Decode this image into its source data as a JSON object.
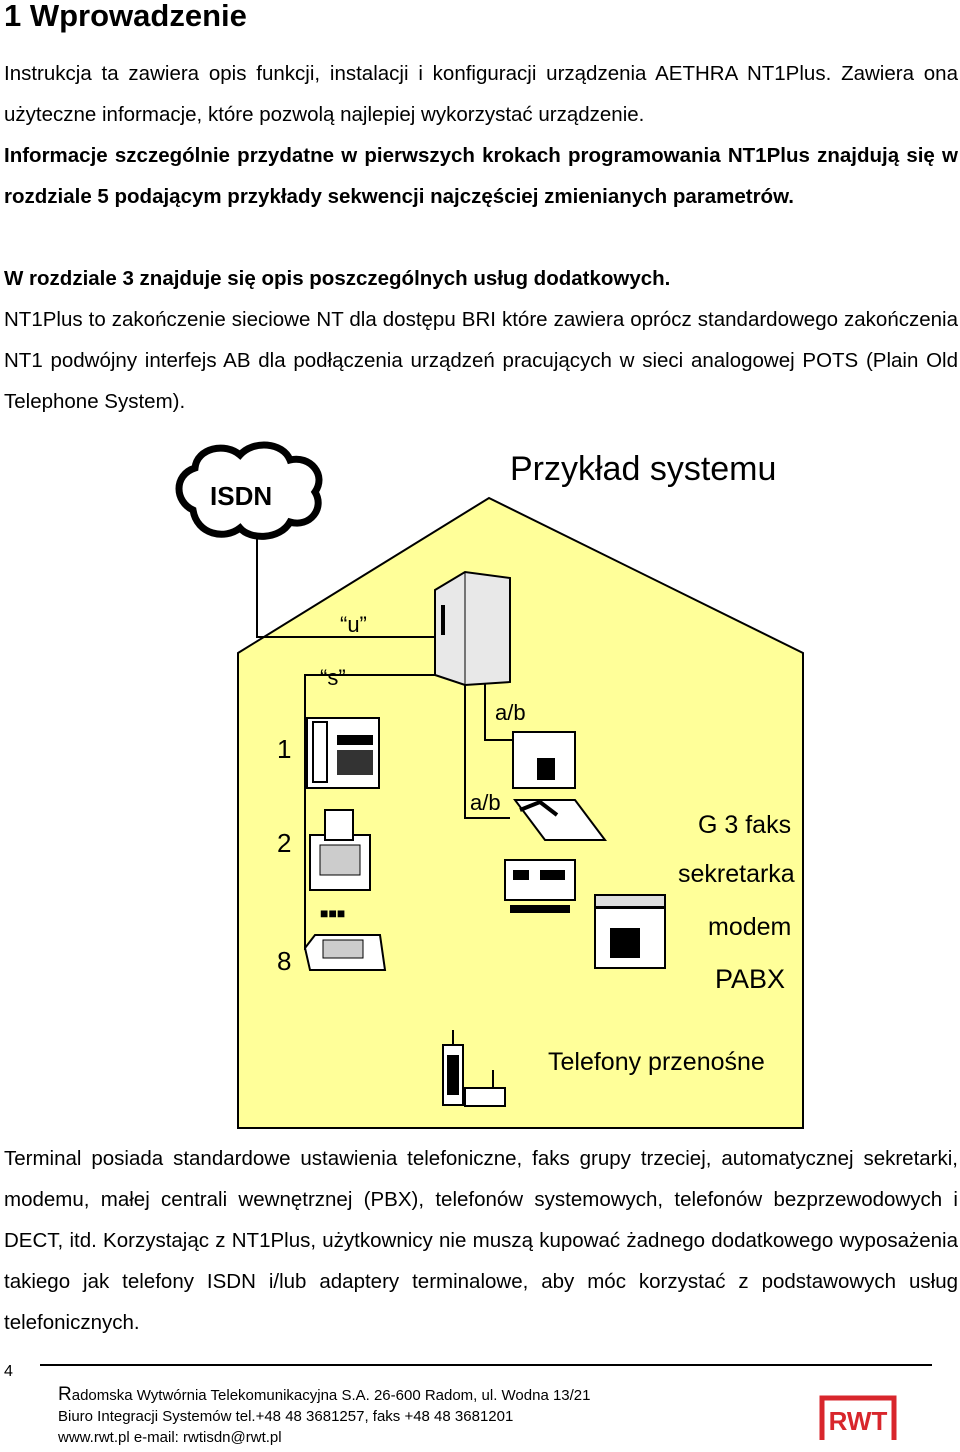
{
  "heading": "1  Wprowadzenie",
  "paragraphs": {
    "p1": "Instrukcja ta zawiera opis funkcji, instalacji i konfiguracji urządzenia AETHRA NT1Plus. Zawiera ona użyteczne informacje, które pozwolą najlepiej wykorzystać urządzenie.",
    "p2": "Informacje szczególnie przydatne w pierwszych krokach programowania NT1Plus znajdują się w rozdziale 5 podającym przykłady sekwencji najczęściej zmienianych parametrów.",
    "p3": "W rozdziale 3 znajduje się opis poszczególnych usług dodatkowych.",
    "p4": "NT1Plus to zakończenie sieciowe NT dla dostępu BRI które zawiera oprócz standardowego zakończenia NT1 podwójny interfejs AB dla podłączenia urządzeń pracujących w sieci analogowej POTS (Plain Old Telephone System).",
    "p5": "Terminal posiada standardowe ustawienia telefoniczne, faks grupy trzeciej, automatycznej sekretarki, modemu, małej centrali wewnętrznej (PBX), telefonów systemowych, telefonów bezprzewodowych i DECT, itd. Korzystając z NT1Plus, użytkownicy nie muszą kupować żadnego dodatkowego wyposażenia takiego jak telefony ISDN i/lub adaptery terminalowe, aby móc korzystać z podstawowych usług telefonicznych."
  },
  "diagram": {
    "title": "Przykład systemu",
    "cloud_label": "ISDN",
    "u_label": "“u”",
    "s_label": "“s”",
    "ab_label_1": "a/b",
    "ab_label_2": "a/b",
    "num_1": "1",
    "num_2": "2",
    "dots": "■■■",
    "num_8": "8",
    "label_fax": "G 3 faks",
    "label_answering": "sekretarka",
    "label_modem": "modem",
    "label_pabx": "PABX",
    "label_cordless": "Telefony przenośne",
    "colors": {
      "house_fill": "#ffff99",
      "outline": "#000000"
    }
  },
  "footer": {
    "page_number": "4",
    "line1_cap": "R",
    "line1": "adomska Wytwórnia Telekomunikacyjna S.A.  26-600 Radom, ul. Wodna 13/21",
    "line2": "Biuro Integracji Systemów tel.+48 48 3681257, faks +48 48 3681201",
    "line3": "www.rwt.pl  e-mail: rwtisdn@rwt.pl",
    "logo_text": "RWT",
    "logo_color": "#d8262c"
  }
}
